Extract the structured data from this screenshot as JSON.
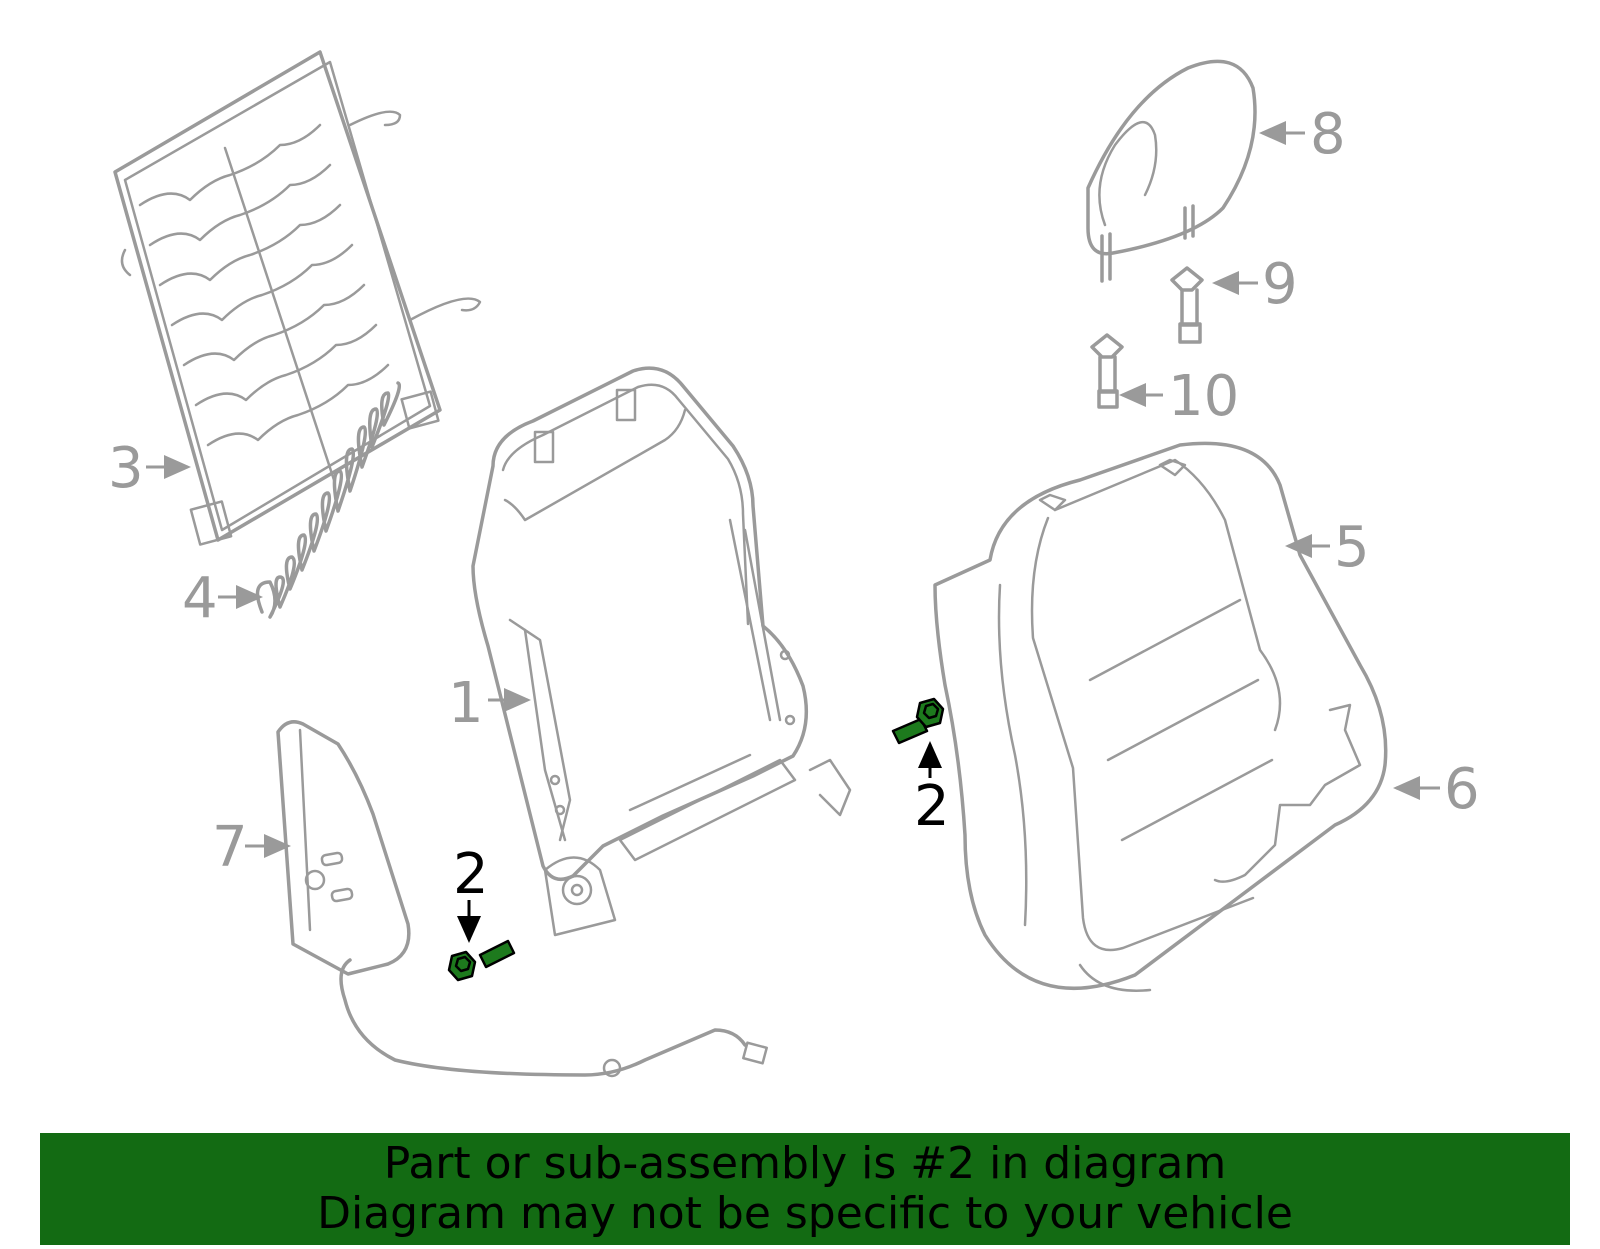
{
  "diagram": {
    "parts": [
      {
        "number": "1",
        "name": "seat-back-frame"
      },
      {
        "number": "2",
        "name": "bolt",
        "highlighted": true
      },
      {
        "number": "3",
        "name": "spring-mat"
      },
      {
        "number": "4",
        "name": "spring"
      },
      {
        "number": "5",
        "name": "seat-back-pad"
      },
      {
        "number": "6",
        "name": "seat-back-cover"
      },
      {
        "number": "7",
        "name": "side-airbag"
      },
      {
        "number": "8",
        "name": "headrest"
      },
      {
        "number": "9",
        "name": "headrest-guide"
      },
      {
        "number": "10",
        "name": "headrest-guide"
      }
    ],
    "labels": {
      "n1": "1",
      "n2a": "2",
      "n2b": "2",
      "n3": "3",
      "n4": "4",
      "n5": "5",
      "n6": "6",
      "n7": "7",
      "n8": "8",
      "n9": "9",
      "n10": "10"
    },
    "highlight_color": "#1d7a1d",
    "line_color": "#9a9a9a"
  },
  "banner": {
    "line1": "Part or sub-assembly is #2 in diagram",
    "line2": "Diagram may not be specific to your vehicle",
    "background": "#136b13"
  }
}
